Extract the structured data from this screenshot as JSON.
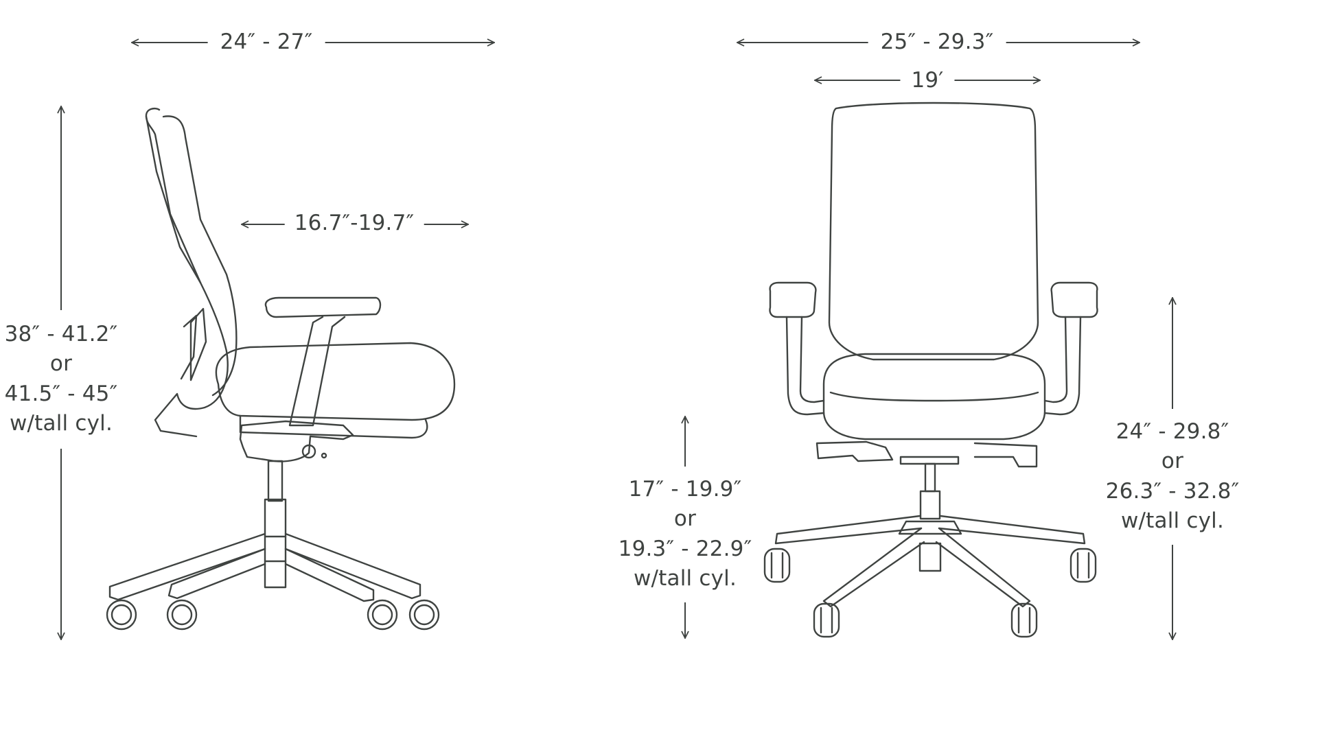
{
  "diagram": {
    "line_color": "#3f4341",
    "background": "#ffffff",
    "side_view": {
      "overall_depth": "24″ - 27″",
      "armrest_depth": "16.7″-19.7″",
      "overall_height": [
        "38″ - 41.2″",
        "or",
        "41.5″ - 45″",
        "w/tall cyl."
      ]
    },
    "front_view": {
      "overall_width": "25″ - 29.3″",
      "seat_width": "19′",
      "seat_height": [
        "17″ - 19.9″",
        "or",
        "19.3″ - 22.9″",
        "w/tall cyl."
      ],
      "armrest_height": [
        "24″ - 29.8″",
        "or",
        "26.3″ - 32.8″",
        "w/tall cyl."
      ]
    }
  }
}
